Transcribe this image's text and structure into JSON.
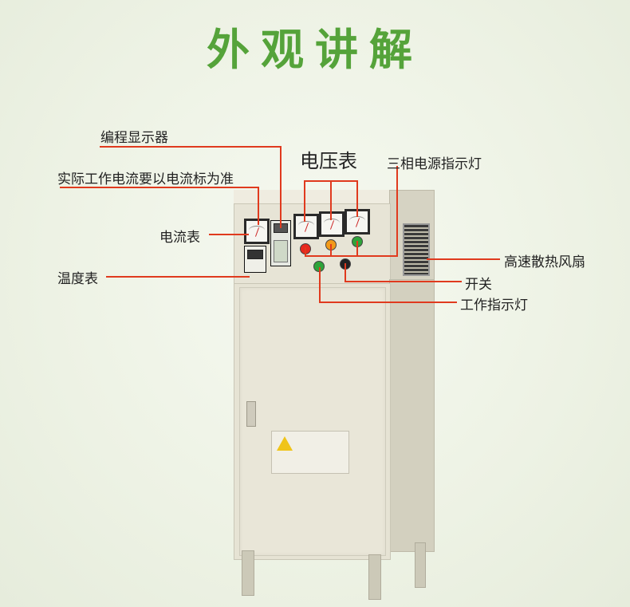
{
  "title": "外观讲解",
  "labels": {
    "programming_display": "编程显示器",
    "actual_current": "实际工作电流要以电流标为准",
    "ammeter": "电流表",
    "thermometer": "温度表",
    "voltmeter": "电压表",
    "three_phase_lamp": "三相电源指示灯",
    "fan": "高速散热风扇",
    "switch": "开关",
    "work_lamp": "工作指示灯"
  },
  "colors": {
    "title_green": "#55a33a",
    "callout_red": "#e03a1e",
    "lamp_red": "#e8281e",
    "lamp_orange": "#f29a1a",
    "lamp_green": "#2fa33a"
  },
  "icons": [
    "warning-triangle-icon"
  ]
}
